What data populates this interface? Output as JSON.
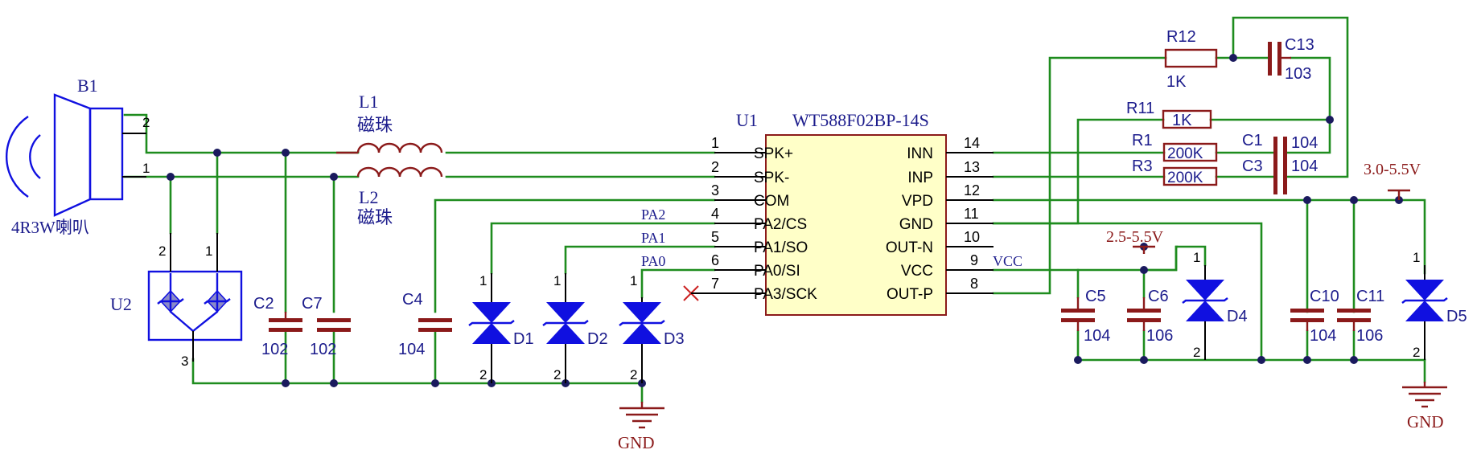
{
  "ic": {
    "designator": "U1",
    "part": "WT588F02BP-14S",
    "pins_left": [
      {
        "num": "1",
        "name": "SPK+"
      },
      {
        "num": "2",
        "name": "SPK-"
      },
      {
        "num": "3",
        "name": "COM"
      },
      {
        "num": "4",
        "name": "PA2/CS"
      },
      {
        "num": "5",
        "name": "PA1/SO"
      },
      {
        "num": "6",
        "name": "PA0/SI"
      },
      {
        "num": "7",
        "name": "PA3/SCK"
      }
    ],
    "pins_right": [
      {
        "num": "14",
        "name": "INN"
      },
      {
        "num": "13",
        "name": "INP"
      },
      {
        "num": "12",
        "name": "VPD"
      },
      {
        "num": "11",
        "name": "GND"
      },
      {
        "num": "10",
        "name": "OUT-N"
      },
      {
        "num": "9",
        "name": "VCC"
      },
      {
        "num": "8",
        "name": "OUT-P"
      }
    ]
  },
  "net_labels": {
    "pa2": "PA2",
    "pa1": "PA1",
    "pa0": "PA0",
    "vcc": "VCC"
  },
  "speaker": {
    "ref": "B1",
    "label": "4R3W喇叭",
    "pin2": "2",
    "pin1": "1"
  },
  "inductors": [
    {
      "ref": "L1",
      "value": "磁珠"
    },
    {
      "ref": "L2",
      "value": "磁珠"
    }
  ],
  "tvs": {
    "ref": "U2",
    "pin2": "2",
    "pin1": "1",
    "pin3": "3"
  },
  "capacitors": [
    {
      "ref": "C2",
      "value": "102"
    },
    {
      "ref": "C7",
      "value": "102"
    },
    {
      "ref": "C4",
      "value": "104"
    },
    {
      "ref": "C13",
      "value": "103"
    },
    {
      "ref": "C1",
      "value": "104"
    },
    {
      "ref": "C3",
      "value": "104"
    },
    {
      "ref": "C5",
      "value": "104"
    },
    {
      "ref": "C6",
      "value": "106"
    },
    {
      "ref": "C10",
      "value": "104"
    },
    {
      "ref": "C11",
      "value": "106"
    }
  ],
  "resistors": [
    {
      "ref": "R12",
      "value": "1K"
    },
    {
      "ref": "R11",
      "value": "1K"
    },
    {
      "ref": "R1",
      "value": "200K"
    },
    {
      "ref": "R3",
      "value": "200K"
    }
  ],
  "diodes": [
    {
      "ref": "D1",
      "p1": "1",
      "p2": "2"
    },
    {
      "ref": "D2",
      "p1": "1",
      "p2": "2"
    },
    {
      "ref": "D3",
      "p1": "1",
      "p2": "2"
    },
    {
      "ref": "D4",
      "p1": "1",
      "p2": "2"
    },
    {
      "ref": "D5",
      "p1": "1",
      "p2": "2"
    }
  ],
  "power": {
    "v1": "2.5-5.5V",
    "v2": "3.0-5.5V",
    "gnd1": "GND",
    "gnd2": "GND"
  }
}
